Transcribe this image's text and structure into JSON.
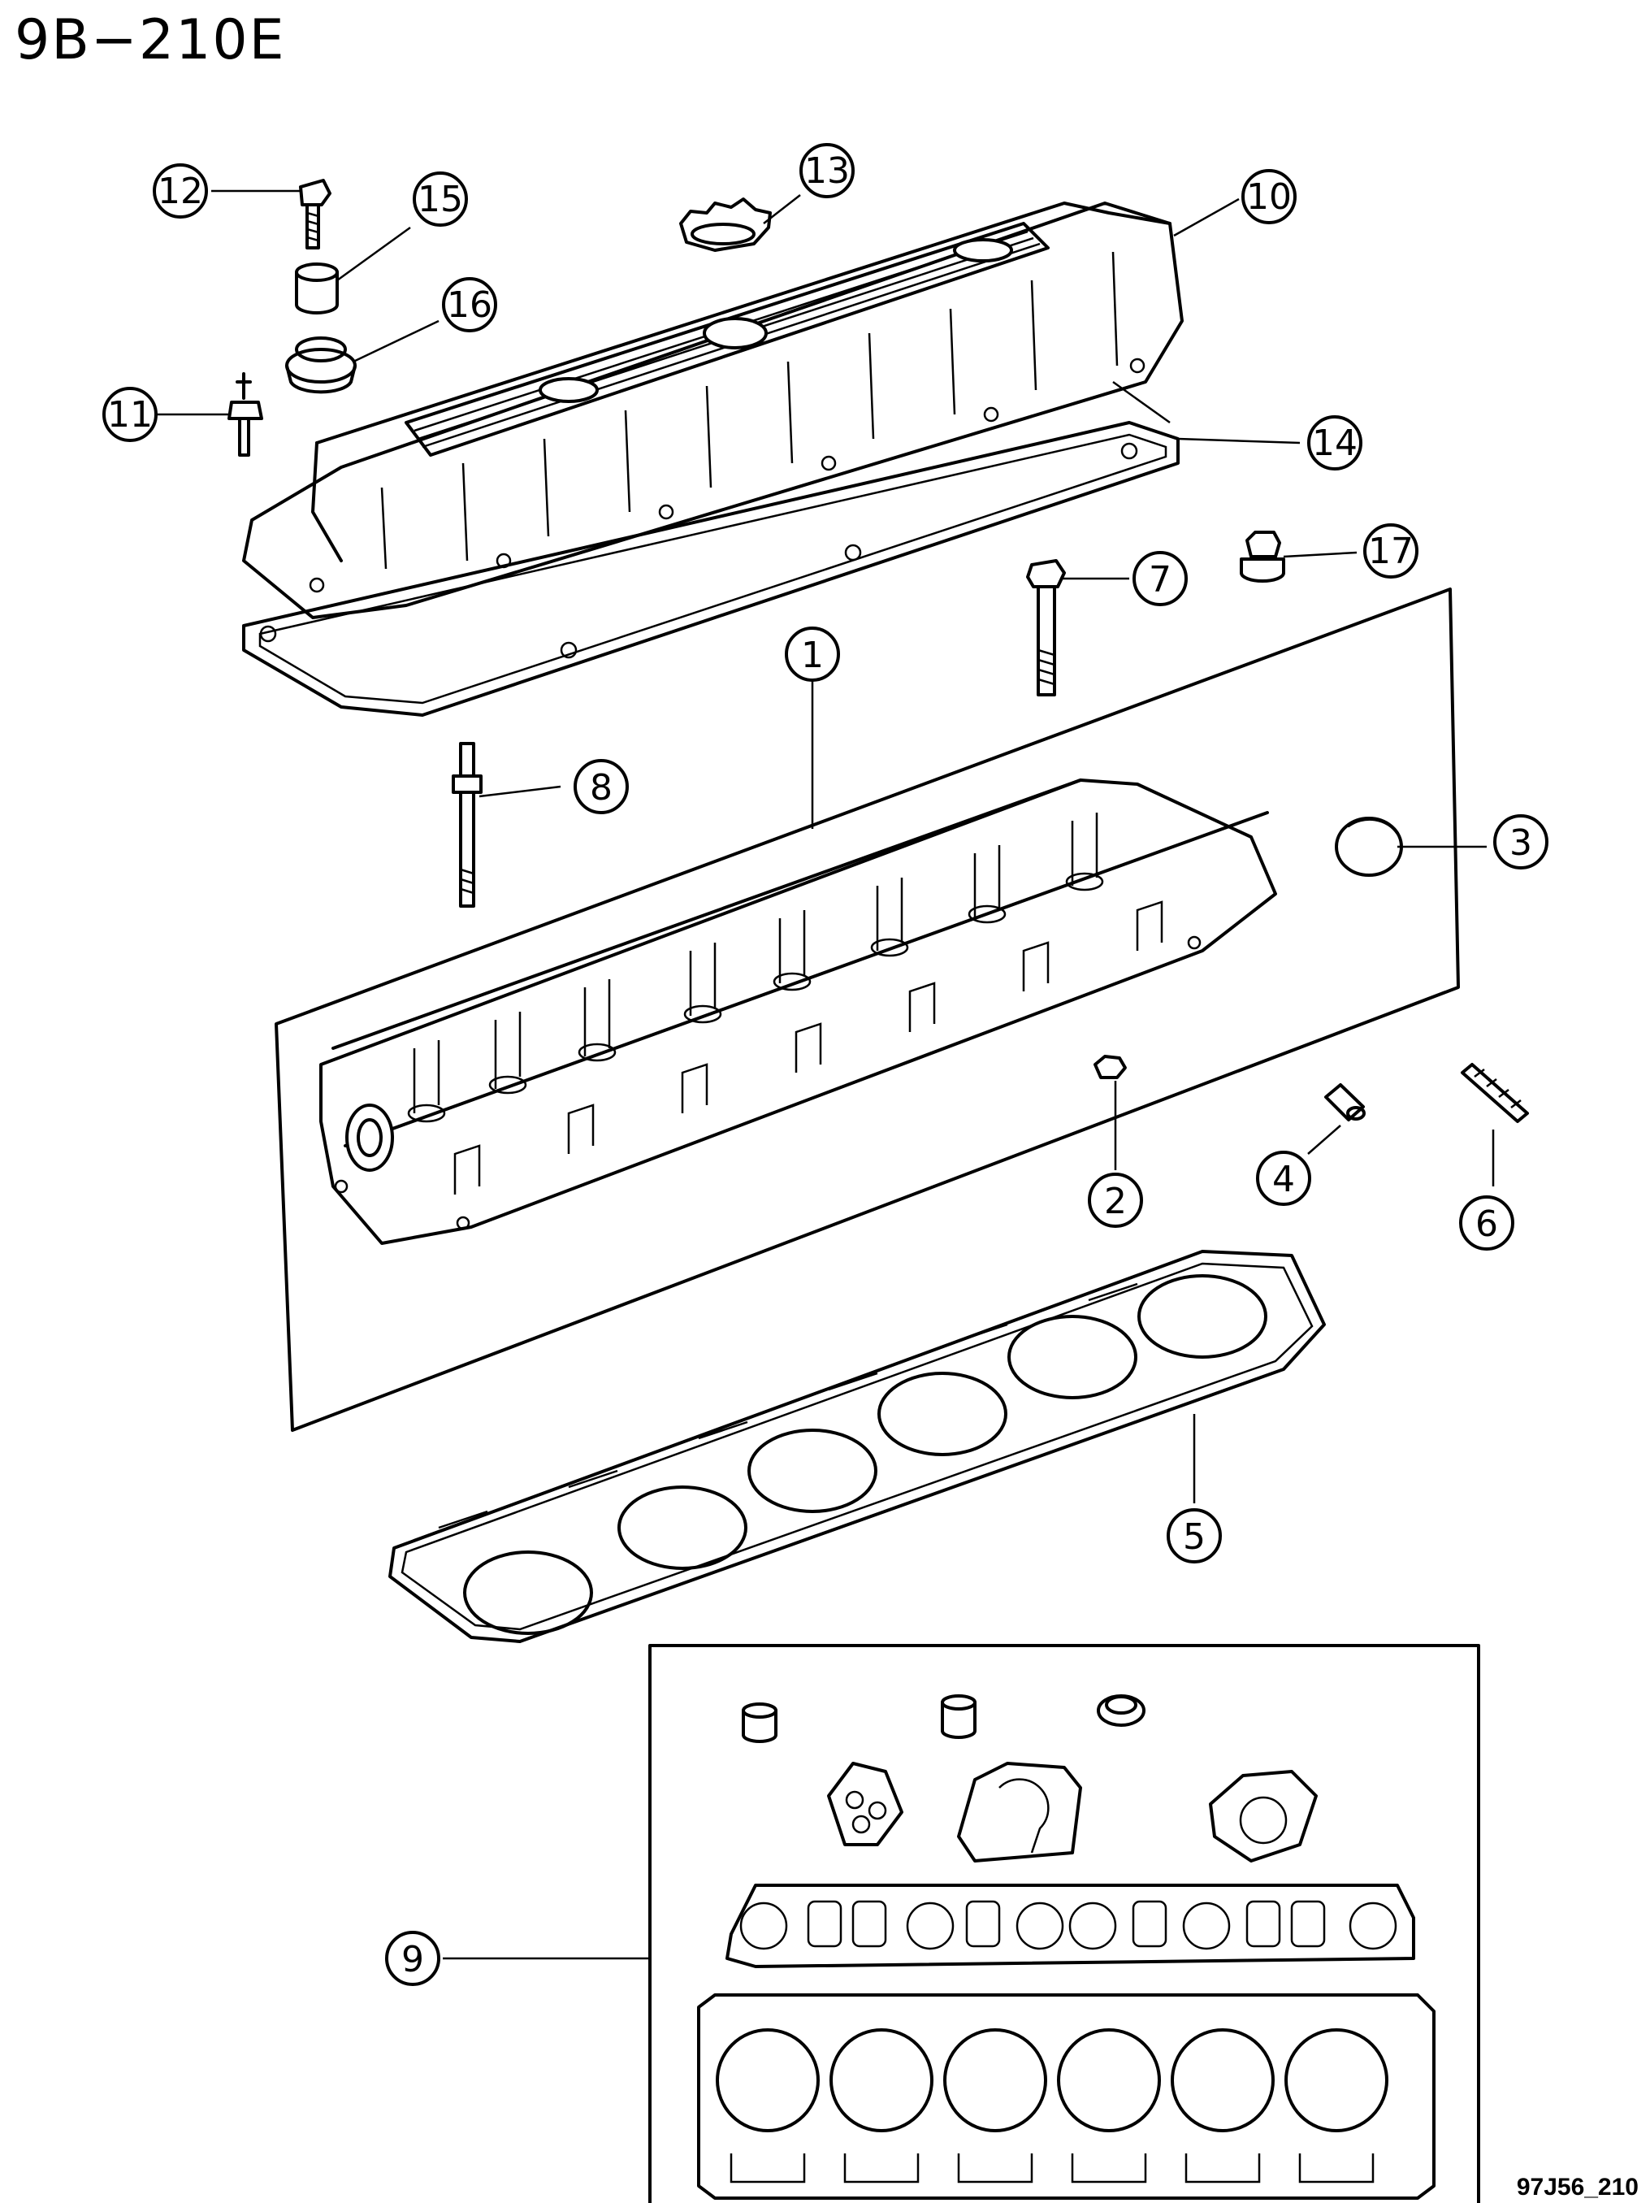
{
  "page": {
    "code": "9B−210E",
    "figure_code": "97J56_210"
  },
  "callouts": [
    {
      "id": "1",
      "part": "cylinder-head"
    },
    {
      "id": "2",
      "part": "plug"
    },
    {
      "id": "3",
      "part": "core-plug"
    },
    {
      "id": "4",
      "part": "dowel-pin"
    },
    {
      "id": "5",
      "part": "head-gasket"
    },
    {
      "id": "6",
      "part": "stud"
    },
    {
      "id": "7",
      "part": "head-bolt"
    },
    {
      "id": "8",
      "part": "stud"
    },
    {
      "id": "9",
      "part": "gasket-kit"
    },
    {
      "id": "10",
      "part": "cylinder-head-cover"
    },
    {
      "id": "11",
      "part": "pcv-valve"
    },
    {
      "id": "12",
      "part": "bolt"
    },
    {
      "id": "13",
      "part": "oil-filler-cap"
    },
    {
      "id": "14",
      "part": "cover-gasket"
    },
    {
      "id": "15",
      "part": "spacer"
    },
    {
      "id": "16",
      "part": "grommet"
    },
    {
      "id": "17",
      "part": "plug"
    }
  ]
}
